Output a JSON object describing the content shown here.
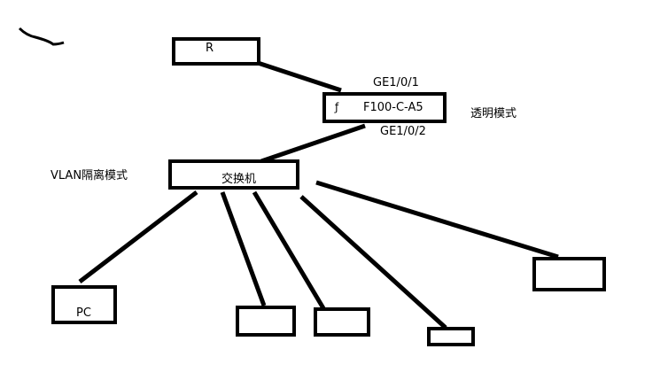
{
  "nodes": {
    "router": "R",
    "firewall": "F100-C-A5",
    "switch": "交换机",
    "pc": "PC"
  },
  "labels": {
    "port_up": "GE1/0/1",
    "port_down": "GE1/0/2",
    "firewall_mode": "透明模式",
    "switch_mode": "VLAN隔离模式"
  }
}
